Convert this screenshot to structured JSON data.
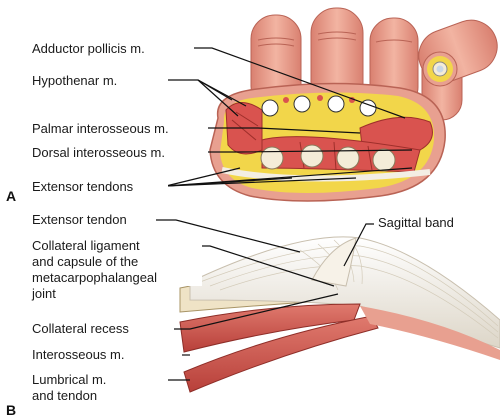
{
  "panel_a": {
    "letter": "A",
    "labels": {
      "adductor": "Adductor pollicis m.",
      "hypothenar": "Hypothenar m.",
      "palmar": "Palmar interosseous m.",
      "dorsal": "Dorsal interosseous m.",
      "extensor_tendons": "Extensor tendons"
    }
  },
  "panel_b": {
    "letter": "B",
    "labels": {
      "extensor_tendon": "Extensor tendon",
      "sagittal_band": "Sagittal band",
      "collateral_1": "Collateral ligament",
      "collateral_2": "and capsule of the",
      "collateral_3": "metacarpophalangeal",
      "collateral_4": "joint",
      "recess": "Collateral recess",
      "interosseous": "Interosseous m.",
      "lumbrical_1": "Lumbrical m.",
      "lumbrical_2": "and tendon"
    }
  },
  "colors": {
    "skin": "#e8a090",
    "fat": "#f2d64a",
    "muscle": "#d9534f",
    "bone": "#f4ecd8",
    "tendon": "#f3eee4"
  }
}
